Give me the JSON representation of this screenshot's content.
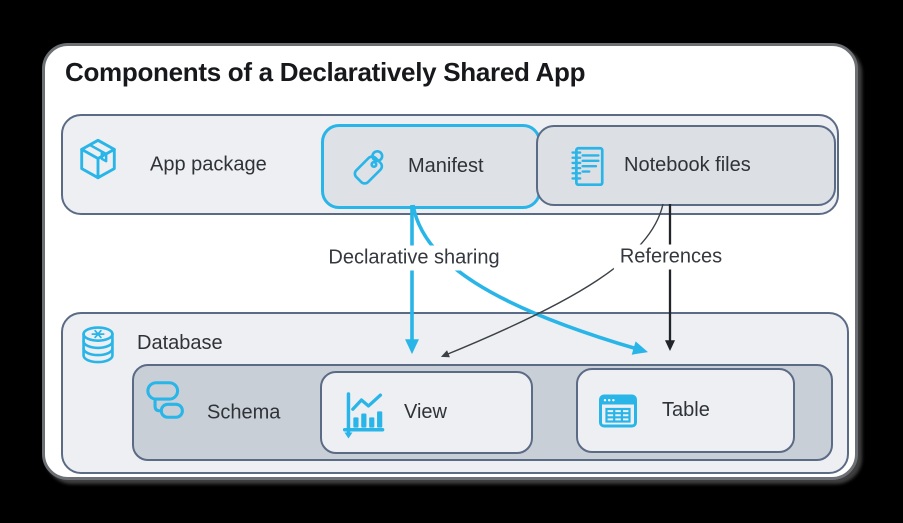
{
  "title": "Components of a Declaratively Shared App",
  "app_package": {
    "label": "App package",
    "manifest": {
      "label": "Manifest"
    },
    "notebook": {
      "label": "Notebook files"
    }
  },
  "arrows": {
    "declarative_sharing_label": "Declarative sharing",
    "references_label": "References"
  },
  "database": {
    "label": "Database",
    "schema": {
      "label": "Schema",
      "view": {
        "label": "View"
      },
      "table": {
        "label": "Table"
      }
    }
  },
  "icons": {
    "app_package": "package-icon",
    "manifest": "tag-icon",
    "notebook": "notebook-icon",
    "database": "database-icon",
    "schema": "schema-icon",
    "view": "bar-chart-icon",
    "table": "table-grid-icon"
  },
  "colors": {
    "accent_blue": "#29B5E8",
    "border_slate": "#5B6B85",
    "container_bg": "#EDEFF3",
    "node_bg": "#DDE0E5",
    "schema_bg": "#C9CFD7",
    "card_bg": "#FFFFFF",
    "outer_bg": "#000000",
    "black_arrow": "#212428",
    "text": "#2F3338"
  }
}
